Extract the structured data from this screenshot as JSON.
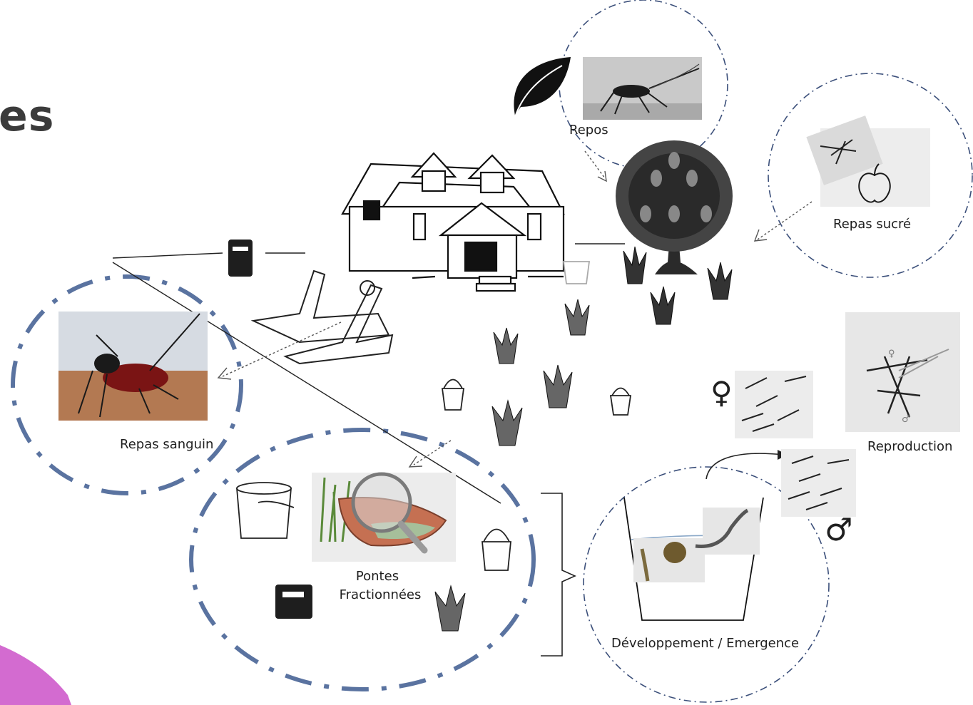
{
  "title_fragment": "es",
  "labels": {
    "repos": "Repos",
    "repas_sucre": "Repas sucré",
    "repas_sanguin": "Repas sanguin",
    "pontes_line1": "Pontes",
    "pontes_line2": "Fractionnées",
    "reproduction": "Reproduction",
    "developpement": "Développement / Emergence"
  },
  "symbols": {
    "female": "♀",
    "male": "♂"
  },
  "colors": {
    "big_dash": "#5a73a0",
    "thin_dash": "#3b4f7a",
    "accent_pink": "#d36bd0",
    "blood": "#7a1414"
  }
}
